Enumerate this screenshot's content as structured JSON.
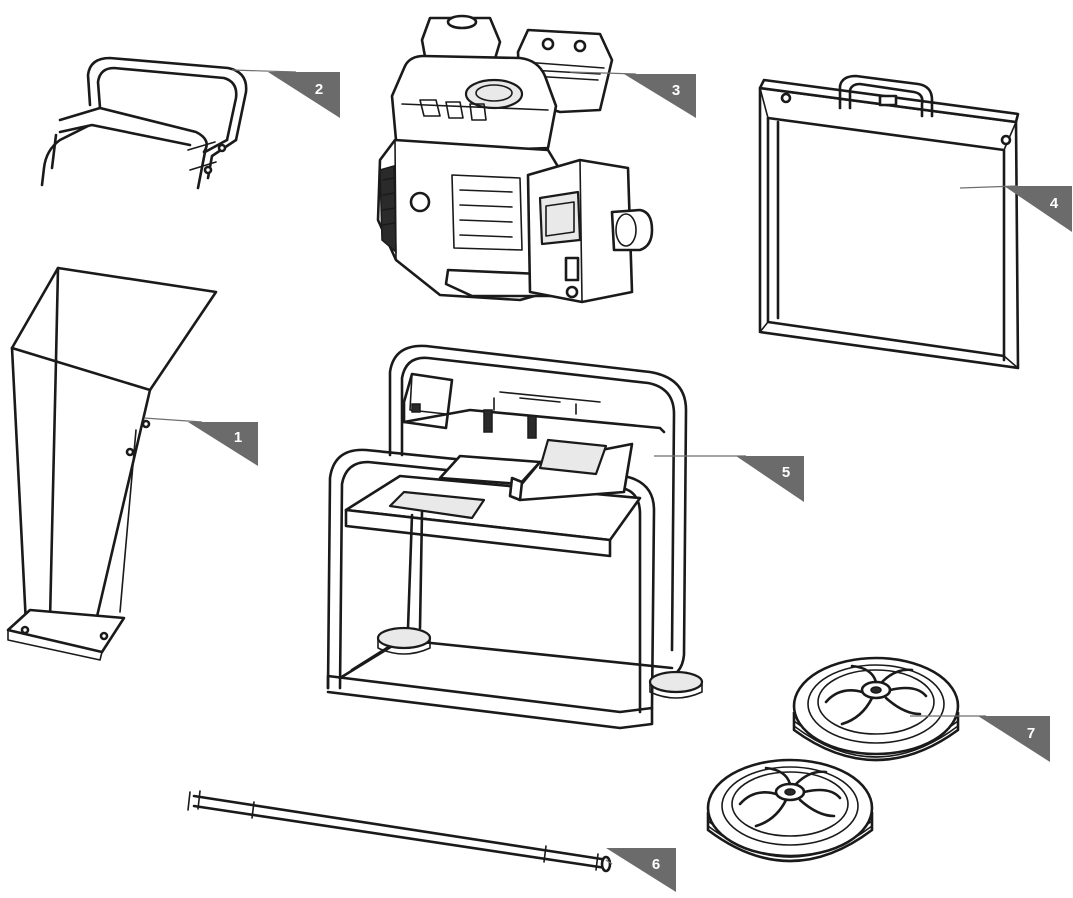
{
  "callouts": [
    {
      "id": "chute",
      "label": "1"
    },
    {
      "id": "handle",
      "label": "2"
    },
    {
      "id": "engine",
      "label": "3"
    },
    {
      "id": "screen-frame",
      "label": "4"
    },
    {
      "id": "main-frame",
      "label": "5"
    },
    {
      "id": "axle",
      "label": "6"
    },
    {
      "id": "wheels",
      "label": "7"
    }
  ]
}
